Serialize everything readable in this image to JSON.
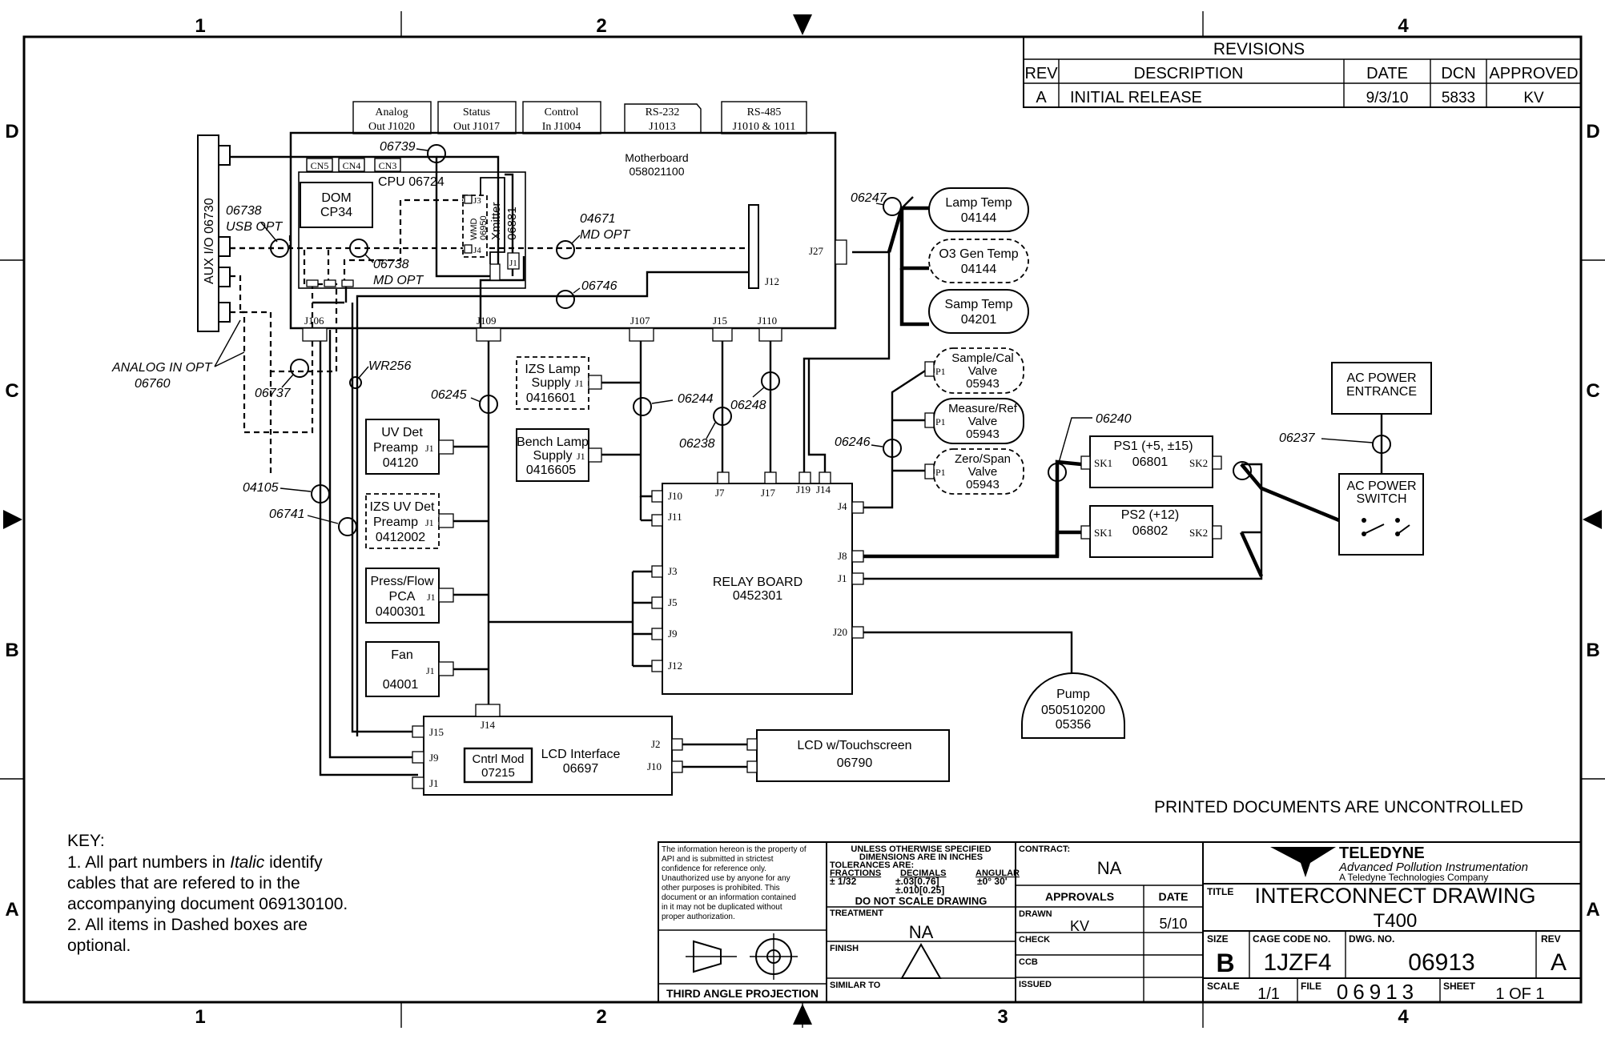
{
  "zones": {
    "top": [
      "1",
      "2",
      "4"
    ],
    "bottom": [
      "1",
      "2",
      "3",
      "4"
    ],
    "side": [
      "D",
      "C",
      "B",
      "A"
    ]
  },
  "revisions": {
    "title": "REVISIONS",
    "headers": [
      "REV",
      "DESCRIPTION",
      "DATE",
      "DCN",
      "APPROVED"
    ],
    "rows": [
      [
        "A",
        "INITIAL RELEASE",
        "9/3/10",
        "5833",
        "KV"
      ]
    ]
  },
  "ports": [
    {
      "line1": "Analog",
      "line2": "Out J1020"
    },
    {
      "line1": "Status",
      "line2": "Out J1017"
    },
    {
      "line1": "Control",
      "line2": "In J1004"
    },
    {
      "line1": "RS-232",
      "line2": "J1013"
    },
    {
      "line1": "RS-485",
      "line2": "J1010 & 1011"
    }
  ],
  "aux_io": "AUX I/O 06730",
  "motherboard": {
    "title": "Motherboard",
    "pn": "058021100",
    "cn": [
      "CN5",
      "CN4",
      "CN3"
    ],
    "cpu": "CPU 06724",
    "dom": {
      "line1": "DOM",
      "line2": "CP34"
    },
    "wmd": {
      "line1": "WMD",
      "line2": "06950"
    },
    "xmitter": {
      "line1": "Xmitter",
      "line2": "06881"
    },
    "j3": "J3",
    "j4": "J4",
    "j1": "J1",
    "j12": "J12",
    "j27": "J27",
    "j106": "J106",
    "j109": "J109",
    "j107": "J107",
    "j15": "J15",
    "j110": "J110"
  },
  "cables": {
    "c06739": "06739",
    "c06738_usb": {
      "line1": "06738",
      "line2": "USB OPT"
    },
    "c06738_md": {
      "line1": "06738",
      "line2": "MD OPT"
    },
    "c04671": {
      "line1": "04671",
      "line2": "MD OPT"
    },
    "c06746": "06746",
    "c06247": "06247",
    "analog_in": {
      "line1": "ANALOG IN OPT",
      "line2": "06760"
    },
    "c06737": "06737",
    "wr256": "WR256",
    "c06245": "06245",
    "c06244": "06244",
    "c06248": "06248",
    "c06238": "06238",
    "c06246": "06246",
    "c06240": "06240",
    "c06237": "06237",
    "c04105": "04105",
    "c06741": "06741"
  },
  "sensors": [
    {
      "line1": "Lamp Temp",
      "line2": "04144",
      "dashed": false
    },
    {
      "line1": "O3 Gen Temp",
      "line2": "04144",
      "dashed": true
    },
    {
      "line1": "Samp Temp",
      "line2": "04201",
      "dashed": false
    }
  ],
  "valves": [
    {
      "line1": "Sample/Cal",
      "line2": "Valve",
      "line3": "05943",
      "port": "P1"
    },
    {
      "line1": "Measure/Ref",
      "line2": "Valve",
      "line3": "05943",
      "port": "P1"
    },
    {
      "line1": "Zero/Span",
      "line2": "Valve",
      "line3": "05943",
      "port": "P1"
    }
  ],
  "left_boxes": {
    "uv_det": {
      "line1": "UV Det",
      "line2": "Preamp",
      "line3": "04120",
      "j": "J1"
    },
    "izs_uv": {
      "line1": "IZS UV Det",
      "line2": "Preamp",
      "line3": "0412002",
      "j": "J1"
    },
    "press_flow": {
      "line1": "Press/Flow",
      "line2": "PCA",
      "line3": "0400301",
      "j": "J1"
    },
    "fan": {
      "line1": "Fan",
      "line2": "04001",
      "j": "J1"
    }
  },
  "izs_lamp": {
    "line1": "IZS Lamp",
    "line2": "Supply",
    "line3": "0416601",
    "j": "J1"
  },
  "bench_lamp": {
    "line1": "Bench Lamp",
    "line2": "Supply",
    "line3": "0416605",
    "j": "J1"
  },
  "relay_board": {
    "title": "RELAY BOARD",
    "pn": "0452301",
    "j10": "J10",
    "j11": "J11",
    "j3": "J3",
    "j5": "J5",
    "j9": "J9",
    "j12": "J12",
    "j7": "J7",
    "j17": "J17",
    "j19": "J19",
    "j14": "J14",
    "j4": "J4",
    "j8": "J8",
    "j1": "J1",
    "j20": "J20"
  },
  "ps1": {
    "title": "PS1 (+5, ±15)",
    "pn": "06801",
    "sk1": "SK1",
    "sk2": "SK2"
  },
  "ps2": {
    "title": "PS2 (+12)",
    "pn": "06802",
    "sk1": "SK1",
    "sk2": "SK2"
  },
  "ac_entrance": {
    "line1": "AC POWER",
    "line2": "ENTRANCE"
  },
  "ac_switch": {
    "line1": "AC POWER",
    "line2": "SWITCH"
  },
  "pump": {
    "line1": "Pump",
    "line2": "050510200",
    "line3": "05356"
  },
  "lcd_interface": {
    "title": "LCD Interface",
    "pn": "06697",
    "j14": "J14",
    "j15": "J15",
    "j9": "J9",
    "j1": "J1",
    "j2": "J2",
    "j10": "J10"
  },
  "cntrl_mod": {
    "line1": "Cntrl Mod",
    "line2": "07215"
  },
  "lcd_touch": {
    "line1": "LCD w/Touchscreen",
    "line2": "06790"
  },
  "uncontrolled": "PRINTED DOCUMENTS ARE UNCONTROLLED",
  "key": {
    "title": "KEY:",
    "l1a": "1. All part numbers in ",
    "l1b": "Italic",
    "l1c": " identify",
    "l2": "cables that are refered to in the",
    "l3": "accompanying document 069130100.",
    "l4": "2. All items in Dashed boxes are",
    "l5": "optional."
  },
  "proprietary": [
    "The information hereon is the property of",
    "API and is submitted in strictest",
    "confidence for reference only.",
    "Unauthorized use by anyone for any",
    "other purposes is prohibited.  This",
    "document or an information contained",
    "in it may not be duplicated without",
    "proper authorization."
  ],
  "projection": "THIRD  ANGLE  PROJECTION",
  "tolerances": {
    "l1": "UNLESS  OTHERWISE  SPECIFIED",
    "l2": "DIMENSIONS  ARE  IN  INCHES",
    "l3": "TOLERANCES  ARE:",
    "fractions": "FRACTIONS",
    "decimals": "DECIMALS",
    "angular": "ANGULAR",
    "frac_val": "± 1/32",
    "dec_val1": "±.03[0.76]",
    "dec_val2": "±.010[0.25]",
    "ang_val": "±0° 30'",
    "no_scale": "DO  NOT  SCALE  DRAWING",
    "treatment": "TREATMENT",
    "treatment_val": "NA",
    "finish": "FINISH",
    "similar_to": "SIMILAR  TO"
  },
  "approvals": {
    "contract": "CONTRACT:",
    "contract_val": "NA",
    "approvals": "APPROVALS",
    "date": "DATE",
    "drawn": "DRAWN",
    "drawn_val": "KV",
    "drawn_date": "5/10",
    "check": "CHECK",
    "ccb": "CCB",
    "issued": "ISSUED"
  },
  "title_block": {
    "company": "TELEDYNE",
    "sub1": "Advanced Pollution Instrumentation",
    "sub2": "A Teledyne Technologies Company",
    "title_label": "TITLE",
    "title1": "INTERCONNECT  DRAWING",
    "title2": "T400",
    "size_label": "SIZE",
    "size": "B",
    "cage_label": "CAGE  CODE  NO.",
    "cage": "1JZF4",
    "dwg_label": "DWG.  NO.",
    "dwg": "06913",
    "rev_label": "REV",
    "rev": "A",
    "scale_label": "SCALE",
    "scale": "1/1",
    "file_label": "FILE",
    "file": "06913",
    "sheet_label": "SHEET",
    "sheet": "1  OF  1"
  }
}
